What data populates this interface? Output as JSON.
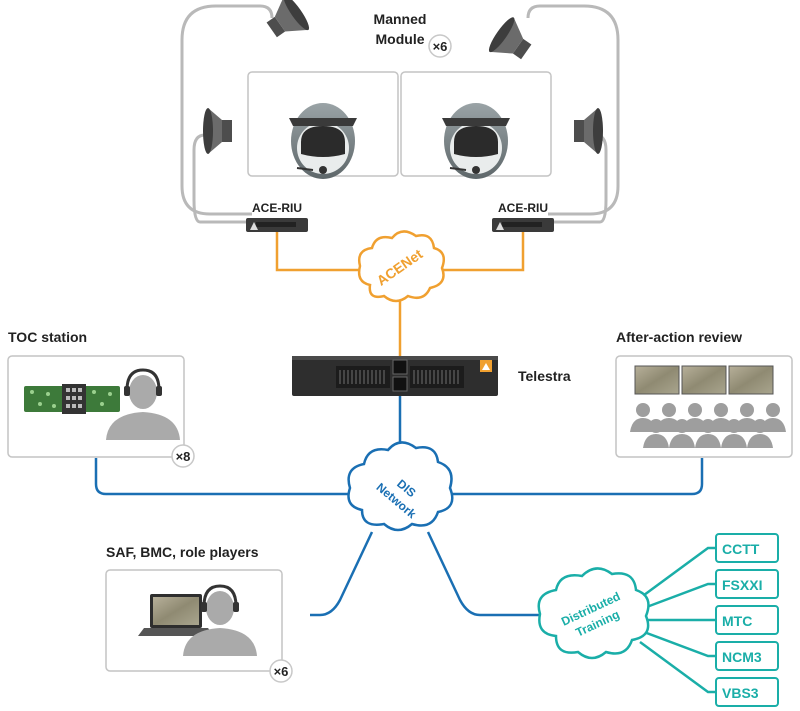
{
  "manned_module": {
    "label_line1": "Manned",
    "label_line2": "Module",
    "multiplier": "×6"
  },
  "ace_riu": {
    "left_label": "ACE-RIU",
    "right_label": "ACE-RIU"
  },
  "acenet": {
    "label": "ACENet",
    "color": "#f0a030"
  },
  "telestra": {
    "label": "Telestra"
  },
  "toc_station": {
    "label": "TOC station",
    "multiplier": "×8"
  },
  "after_action": {
    "label": "After-action review"
  },
  "dis_network": {
    "label_line1": "DIS",
    "label_line2": "Network",
    "color": "#1a6fb3"
  },
  "saf": {
    "label": "SAF, BMC, role players",
    "multiplier": "×6"
  },
  "distributed_training": {
    "label_line1": "Distributed",
    "label_line2": "Training",
    "color": "#1aaea8",
    "systems": [
      "CCTT",
      "FSXXI",
      "MTC",
      "NCM3",
      "VBS3"
    ]
  }
}
